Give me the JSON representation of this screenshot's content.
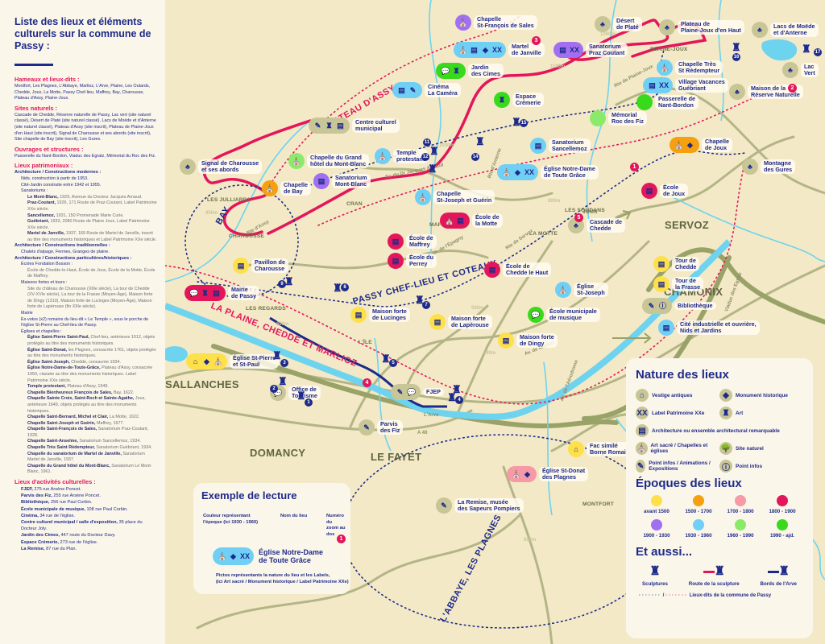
{
  "sidebar": {
    "title": "Liste des lieux et éléments culturels sur la commune de Passy :",
    "hameaux": {
      "heading": "Hameaux et lieux-dits :",
      "text": "Montfort, Les Plagnes, L'Abbaye, Marlioz, L'Arve, Plaine, Les Outards, Chedde, Joux, La Motte, Passy Chef-lieu, Maffrey, Bay, Charousse, Plateau d'Assy, Plaine-Joux."
    },
    "sites": {
      "heading": "Sites naturels :",
      "text": "Cascade de Chedde, Réserve naturelle de Passy, Lac vert (site naturel classé), Désert de Platé (site naturel classé), Lacs de Moëde et d'Anterne (site naturel classé), Plateau d'Assy (site inscrit), Plateau de Plaine-Joux d'en Haut (site inscrit), Signal de Charousse et ses abords (site inscrit), Site chapelle de Bay (site inscrit), Les Gures."
    },
    "ouvrages": {
      "heading": "Ouvrages et structures :",
      "text": "Passerelle du Nant-Bordon, Viaduc des Egratz, Mémorial du Roc des Fiz."
    },
    "patrimoniaux": {
      "heading": "Lieux patrimoniaux :",
      "modernes_heading": "Architecture / Constructions modernes :",
      "modernes": [
        "Nids, construction à partir de 1953.",
        "Cité-Jardin construite entre 1942 et 1955.",
        "Sanatoriums :"
      ],
      "sanatoriums": [
        {
          "name": "Le Mont-Blanc,",
          "text": " 1929, Avenue du Docteur Jacques Arnaud."
        },
        {
          "name": "Praz-Coutant,",
          "text": " 1926, 171 Route de Praz-Coutant, Label Patrimoine XXe siècle."
        },
        {
          "name": "Sancellemoz,",
          "text": " 1931, 150 Promenade Marie Curie."
        },
        {
          "name": "Guébriant,",
          "text": " 1933, 2080 Route de Plaine Joux, Label Patrimoine XXe siècle."
        },
        {
          "name": "Martel de Janville,",
          "text": " 1937, 169 Route de Martel de Janville, inscrit au titre des monuments historiques et Label Patrimoine XXe siècle."
        }
      ],
      "traditionnelles_heading": "Architecture / Constructions traditionnelles :",
      "traditionnelles": "Chalets d'alpage, Fermes, Granges de plaine.",
      "particulieres_heading": "Architecture / Constructions particulières/historiques :",
      "ecoles_heading": "Écoles Fondation Bosson :",
      "ecoles": "École de Chedde-le-Haut, École de Joux, École de la Motte, École de Maffrey.",
      "maisons_heading": "Maisons fortes et tours :",
      "maisons": "Site du château de Charousse (XIIIe siècle), La tour de Chedde (XV-XVIe siècle), La tour de la Frasse (Moyen-Âge), Maison forte de Dingy (1310), Maison forte de Lucinges (Moyen-Âge), Maison forte de Lapérouse (fin XIIIe siècle).",
      "mairie_heading": "Mairie",
      "exvotos": "Ex-votos (x2) romains du lieu-dit « Le Temple », sous le porche de l'église St-Pierre au Chef-lieu de Passy.",
      "eglises_heading": "Églises et chapelles :",
      "eglises": [
        {
          "name": "Église Saint-Pierre Saint-Paul,",
          "text": " Chef-lieu, antérieure 1012, objets protégés au titre des monuments historiques."
        },
        {
          "name": "Église Saint-Donat,",
          "text": " les Plagnes, consacrée 1761, objets protégés au titre des monuments historiques."
        },
        {
          "name": "Église Saint-Joseph,",
          "text": " Chedde, consacrée 1934."
        },
        {
          "name": "Église Notre-Dame-de-Toute-Grâce,",
          "text": " Plateau d'Assy, consacrée 1950, classée au titre des monuments historiques. Label Patrimoine XXe siècle."
        },
        {
          "name": "Temple protestant,",
          "text": " Plateau d'Assy, 1949."
        },
        {
          "name": "Chapelle Bienheureux François de Sales,",
          "text": " Bay, 1622."
        },
        {
          "name": "Chapelle Sainte Croix, Saint-Roch et Sainte-Agathe,",
          "text": " Joux, antérieure 1649, objets protégés au titre des monuments historiques."
        },
        {
          "name": "Chapelle Saint-Bernard, Michel et Clair,",
          "text": " La Motte, 1622."
        },
        {
          "name": "Chapelle Saint-Joseph et Guérin,",
          "text": " Maffrey, 1677."
        },
        {
          "name": "Chapelle Saint-François de Sales,",
          "text": " Sanatorium Praz-Coutant, 1928."
        },
        {
          "name": "Chapelle Saint-Anselme,",
          "text": " Sanatorium Sancellemoz, 1934."
        },
        {
          "name": "Chapelle Très Saint Rédempteur,",
          "text": " Sanatorium Guébriant, 1934."
        },
        {
          "name": "Chapelle du sanatorium de Martel de Janville,",
          "text": " Sanatorium Martel de Janville, 1937."
        },
        {
          "name": "Chapelle du Grand hôtel du Mont-Blanc,",
          "text": " Sanatorium Le Mont-Blanc, 1961."
        }
      ]
    },
    "culturels": {
      "heading": "Lieux d'activités culturelles :",
      "items": [
        {
          "name": "FJEP,",
          "text": " 275 rue Arsène Poncet."
        },
        {
          "name": "Parvis des Fiz,",
          "text": " 255 rue Arsène Poncet."
        },
        {
          "name": "Bibliothèque,",
          "text": " 256 rue Paul Corbin."
        },
        {
          "name": "École municipale de musique,",
          "text": " 108 rue Paul Corbin."
        },
        {
          "name": "Cinéma,",
          "text": " 34 rue de l'église."
        },
        {
          "name": "Centre culturel municipal / salle d'exposition,",
          "text": " 35 place du Docteur Joly."
        },
        {
          "name": "Jardin des Cimes,",
          "text": " 447 route du Docteur Davy."
        },
        {
          "name": "Espace Crémerie,",
          "text": " 273 rue de l'église."
        },
        {
          "name": "La Remise,",
          "text": " 87 rue du Plan."
        }
      ]
    }
  },
  "colors": {
    "avant_1500": "#fde04a",
    "1500_1700": "#f5a00f",
    "1700_1800": "#f59aa6",
    "1800_1900": "#e3165b",
    "1900_1930": "#a070f0",
    "1930_1960": "#6fcff5",
    "1960_1990": "#8cea6a",
    "1990_ajd": "#39d91c",
    "natural": "#c8c597",
    "navy": "#1e2a8a",
    "pink": "#e3165b"
  },
  "map": {
    "towns": {
      "sallanches": "SALLANCHES",
      "domancy": "DOMANCY",
      "le_fayet": "LE FAYET",
      "servoz": "SERVOZ",
      "chamonix": "CHAMONIX"
    },
    "places": {
      "plaine_joux": "PLAINE-JOUX",
      "les_julliards": "LES JULLIARDS",
      "charousse": "CHAROUSSE",
      "cran": "CRAN",
      "maffrey": "MAFFREY",
      "la_motte": "LA MOTTE",
      "les_soudans": "LES SOUDANS",
      "joux": "JOUX",
      "les_regards": "LES REGARDS",
      "l_ile": "L'ÎLE",
      "montfort": "MONTFORT"
    },
    "altitudes": [
      "1360m",
      "1190m",
      "1030m",
      "950m",
      "800m",
      "590m",
      "580m",
      "600m",
      "650m"
    ],
    "roads": {
      "rte_plaine_joux": "Rte de Plaine-Joux",
      "av_jacques_arnaud": "Av. du Dr Jacques Arnaud",
      "rte_assy": "Rte d'Assy",
      "rte_anterne": "Rte d'Anterne",
      "chem_epagny": "Chem. de l'Épagny",
      "rte_servoz": "Rte de Servoz",
      "av_marlioz": "Av. de Marlioz",
      "av_aerodrome": "Av. de l'Aérodrome",
      "n205": "N 205",
      "a40": "A 40",
      "arve": "L'Arve",
      "viaduc": "Viaduc des Egratz"
    },
    "zones": {
      "plateau_assy": "PLATEAU D'ASSY",
      "bay": "BAY",
      "passy_chef_lieu": "PASSY CHEF-LIEU ET COTEAUX",
      "la_plaine": "LA PLAINE, CHEDDE ET MARLIOZ",
      "abbaye": "L'ABBAYE, LES PLAGNES"
    },
    "pois": [
      {
        "id": "chapelle-st-francois",
        "label": "Chapelle\nSt-François de Sales",
        "color": "#a070f0",
        "icons": [
          "⛪"
        ]
      },
      {
        "id": "desert-plate",
        "label": "Désert\nde Platé",
        "color": "#c8c597",
        "icons": [
          "🌳"
        ]
      },
      {
        "id": "plateau-plaine-joux",
        "label": "Plateau de\nPlaine-Joux d'en Haut",
        "color": "#c8c597",
        "icons": [
          "🌳"
        ]
      },
      {
        "id": "lacs-moede",
        "label": "Lacs de Moëde\net d'Anterne",
        "color": "#c8c597",
        "icons": [
          "🌳"
        ]
      },
      {
        "id": "martel-janville",
        "label": "Martel\nde Janville",
        "color": "#6fcff5",
        "icons": [
          "⛪",
          "▤",
          "◆",
          "XX"
        ]
      },
      {
        "id": "sanatorium-praz-coutant",
        "label": "Sanatorium\nPraz Coutant",
        "color": "#a070f0",
        "icons": [
          "▤",
          "XX"
        ]
      },
      {
        "id": "jardin-cimes",
        "label": "Jardin\ndes Cimes",
        "color": "#39d91c",
        "icons": [
          "💬",
          "♜"
        ]
      },
      {
        "id": "chapelle-tres-st-redempteur",
        "label": "Chapelle Très\nSt Rédempteur",
        "color": "#6fcff5",
        "icons": [
          "⛪"
        ]
      },
      {
        "id": "village-vacances-guebriant",
        "label": "Village Vacances\nGuébriant",
        "color": "#6fcff5",
        "icons": [
          "▤",
          "XX"
        ]
      },
      {
        "id": "lac-vert",
        "label": "Lac\nVert",
        "color": "#c8c597",
        "icons": [
          "🌳"
        ]
      },
      {
        "id": "maison-reserve",
        "label": "Maison de la\nRéserve Naturelle",
        "color": "#c8c597",
        "icons": [
          "🌳"
        ]
      },
      {
        "id": "cinema",
        "label": "Cinéma\nLa Caméra",
        "color": "#6fcff5",
        "icons": [
          "▤",
          "✎"
        ]
      },
      {
        "id": "espace-cremerie",
        "label": "Espace\nCrémerie",
        "color": "#39d91c",
        "icons": [
          "♜"
        ]
      },
      {
        "id": "passerelle-nant-bordon",
        "label": "Passerelle de\nNant-Bordon",
        "color": "#39d91c",
        "icons": []
      },
      {
        "id": "memorial-roc-fiz",
        "label": "Mémorial\nRoc des Fiz",
        "color": "#8cea6a",
        "icons": []
      },
      {
        "id": "centre-culturel",
        "label": "Centre culturel\nmunicipal",
        "color": "#c8c597",
        "icons": [
          "✎",
          "♜",
          "▤"
        ]
      },
      {
        "id": "temple-protestant",
        "label": "Temple\nprotestant",
        "color": "#6fcff5",
        "icons": [
          "⛪"
        ]
      },
      {
        "id": "sanatorium-sancellemoz",
        "label": "Sanatorium\nSancellemoz",
        "color": "#6fcff5",
        "icons": [
          "▤"
        ]
      },
      {
        "id": "chapelle-joux",
        "label": "Chapelle\nde Joux",
        "color": "#f5a00f",
        "icons": [
          "⛪",
          "◆"
        ]
      },
      {
        "id": "signal-charousse",
        "label": "Signal de Charousse\net ses abords",
        "color": "#c8c597",
        "icons": [
          "🌳"
        ]
      },
      {
        "id": "chapelle-grand-hotel",
        "label": "Chapelle du Grand\nhôtel du Mont-Blanc",
        "color": "#8cea6a",
        "icons": [
          "⛪"
        ]
      },
      {
        "id": "sanatorium-mont-blanc",
        "label": "Sanatorium\nMont-Blanc",
        "color": "#a070f0",
        "icons": [
          "▤"
        ]
      },
      {
        "id": "eglise-notre-dame",
        "label": "Église Notre-Dame\nde Toute Grâce",
        "color": "#6fcff5",
        "icons": [
          "⛪",
          "◆",
          "XX"
        ]
      },
      {
        "id": "montagne-gures",
        "label": "Montagne\ndes Gures",
        "color": "#c8c597",
        "icons": [
          "🌳"
        ]
      },
      {
        "id": "chapelle-bay",
        "label": "Chapelle\nde Bay",
        "color": "#f5a00f",
        "icons": [
          "⛪"
        ]
      },
      {
        "id": "chapelle-st-joseph-guerin",
        "label": "Chapelle\nSt-Joseph et Guérin",
        "color": "#6fcff5",
        "icons": [
          "⛪"
        ]
      },
      {
        "id": "ecole-joux",
        "label": "École\nde Joux",
        "color": "#e3165b",
        "icons": [
          "▤"
        ]
      },
      {
        "id": "ecole-motte",
        "label": "École de\nla Motte",
        "color": "#e3165b",
        "icons": [
          "⛪",
          "▤"
        ]
      },
      {
        "id": "cascade-chedde",
        "label": "Cascade de\nChedde",
        "color": "#c8c597",
        "icons": [
          "🌳"
        ]
      },
      {
        "id": "ecole-maffrey",
        "label": "École de\nMaffrey",
        "color": "#e3165b",
        "icons": [
          "▤"
        ]
      },
      {
        "id": "ecole-perrey",
        "label": "École du\nPerrey",
        "color": "#e3165b",
        "icons": [
          "▤"
        ]
      },
      {
        "id": "pavillon-charousse",
        "label": "Pavillon de\nCharousse",
        "color": "#fde04a",
        "icons": [
          "▤"
        ]
      },
      {
        "id": "ecole-chedde-haut",
        "label": "École de\nChedde le Haut",
        "color": "#e3165b",
        "icons": [
          "▤"
        ]
      },
      {
        "id": "tour-chedde",
        "label": "Tour de\nChedde",
        "color": "#fde04a",
        "icons": [
          "▤"
        ]
      },
      {
        "id": "tour-frasse",
        "label": "Tour de\nla Frasse",
        "color": "#fde04a",
        "icons": [
          "▤"
        ]
      },
      {
        "id": "mairie-passy",
        "label": "Mairie\nde Passy",
        "color": "#e3165b",
        "icons": [
          "💬",
          "♜",
          "▤"
        ]
      },
      {
        "id": "eglise-st-joseph",
        "label": "Église\nSt-Joseph",
        "color": "#6fcff5",
        "icons": [
          "⛪"
        ]
      },
      {
        "id": "bibliotheque",
        "label": "Bibliothèque",
        "color": "#c8c597",
        "icons": [
          "✎",
          "ⓘ"
        ]
      },
      {
        "id": "maison-lucinges",
        "label": "Maison forte\nde Lucinges",
        "color": "#fde04a",
        "icons": [
          "▤"
        ]
      },
      {
        "id": "ecole-musique",
        "label": "École municipale\nde musique",
        "color": "#39d91c",
        "icons": [
          "💬"
        ]
      },
      {
        "id": "cite-industrielle",
        "label": "Cité industrielle et ouvrière,\nNids et Jardins",
        "color": "#6fcff5",
        "icons": [
          "▤"
        ]
      },
      {
        "id": "maison-laperouse",
        "label": "Maison forte\nde Lapérouse",
        "color": "#fde04a",
        "icons": [
          "▤"
        ]
      },
      {
        "id": "maison-dingy",
        "label": "Maison forte\nde Dingy",
        "color": "#fde04a",
        "icons": [
          "▤"
        ]
      },
      {
        "id": "eglise-st-pierre",
        "label": "Église St-Pierre\net St-Paul",
        "color": "#fde04a",
        "icons": [
          "⌂",
          "◆",
          "⛪"
        ]
      },
      {
        "id": "office-tourisme",
        "label": "Office de\nTourisme",
        "color": "#c8c597",
        "icons": [
          "💬"
        ]
      },
      {
        "id": "fjep",
        "label": "FJEP",
        "color": "#c8c597",
        "icons": [
          "✎",
          "💬"
        ]
      },
      {
        "id": "parvis-fiz",
        "label": "Parvis\ndes Fiz",
        "color": "#c8c597",
        "icons": [
          "✎"
        ]
      },
      {
        "id": "fac-simile",
        "label": "Fac similé\nBorne Romaine",
        "color": "#fde04a",
        "icons": [
          "⌂"
        ]
      },
      {
        "id": "eglise-st-donat",
        "label": "Église St-Donat\ndes Plagnes",
        "color": "#f59aa6",
        "icons": [
          "⛪",
          "◆"
        ]
      },
      {
        "id": "la-remise",
        "label": "La Remise, musée\ndes Sapeurs Pompiers",
        "color": "#c8c597",
        "icons": [
          "✎"
        ]
      }
    ]
  },
  "example": {
    "title": "Exemple de lecture",
    "note_color": "Couleur représentant\nl'époque (ici 1930 - 1960)",
    "note_name": "Nom du lieu",
    "note_number": "Numéro du\nzoom au dos",
    "number": "1",
    "place_name": "Église Notre-Dame\nde Toute Grâce",
    "note_pictos": "Pictos représentants la nature du lieu et les Labels,\n(ici Art sacré / Monument historique / Label Patrimoine XXe)"
  },
  "legend": {
    "nature_title": "Nature des lieux",
    "nature": [
      {
        "icon": "⌂",
        "label": "Vestige antiques"
      },
      {
        "icon": "◆",
        "label": "Monument historique"
      },
      {
        "icon": "XX",
        "label": "Label Patrimoine XXe"
      },
      {
        "icon": "♜",
        "label": "Art"
      },
      {
        "icon": "▤",
        "label": "Architecture ou ensemble architectural remarquable"
      },
      {
        "icon": "⛪",
        "label": "Art sacré / Chapelles et églises"
      },
      {
        "icon": "🌳",
        "label": "Site naturel"
      },
      {
        "icon": "✎",
        "label": "Point infos / Animations / Expositions"
      },
      {
        "icon": "ⓘ",
        "label": "Point infos"
      }
    ],
    "epochs_title": "Époques des lieux",
    "epochs": [
      {
        "label": "avant 1500",
        "color": "#fde04a"
      },
      {
        "label": "1500 - 1700",
        "color": "#f5a00f"
      },
      {
        "label": "1700 - 1800",
        "color": "#f59aa6"
      },
      {
        "label": "1800 - 1900",
        "color": "#e3165b"
      },
      {
        "label": "1900 - 1930",
        "color": "#a070f0"
      },
      {
        "label": "1930 - 1960",
        "color": "#6fcff5"
      },
      {
        "label": "1960 - 1990",
        "color": "#8cea6a"
      },
      {
        "label": "1990 - ajd.",
        "color": "#39d91c"
      }
    ],
    "aussi_title": "Et aussi...",
    "aussi": [
      {
        "label": "Sculptures"
      },
      {
        "label": "Route de la sculpture"
      },
      {
        "label": "Bords de l'Arve"
      }
    ],
    "lieux_dits": "Lieux-dits de la commune de Passy"
  },
  "zoom_numbers": [
    "1",
    "2",
    "3",
    "4",
    "5"
  ],
  "sculpture_numbers": [
    "1",
    "2",
    "3",
    "4",
    "5",
    "6",
    "7",
    "8",
    "9",
    "10",
    "11",
    "12",
    "13",
    "14",
    "15",
    "16",
    "17"
  ]
}
